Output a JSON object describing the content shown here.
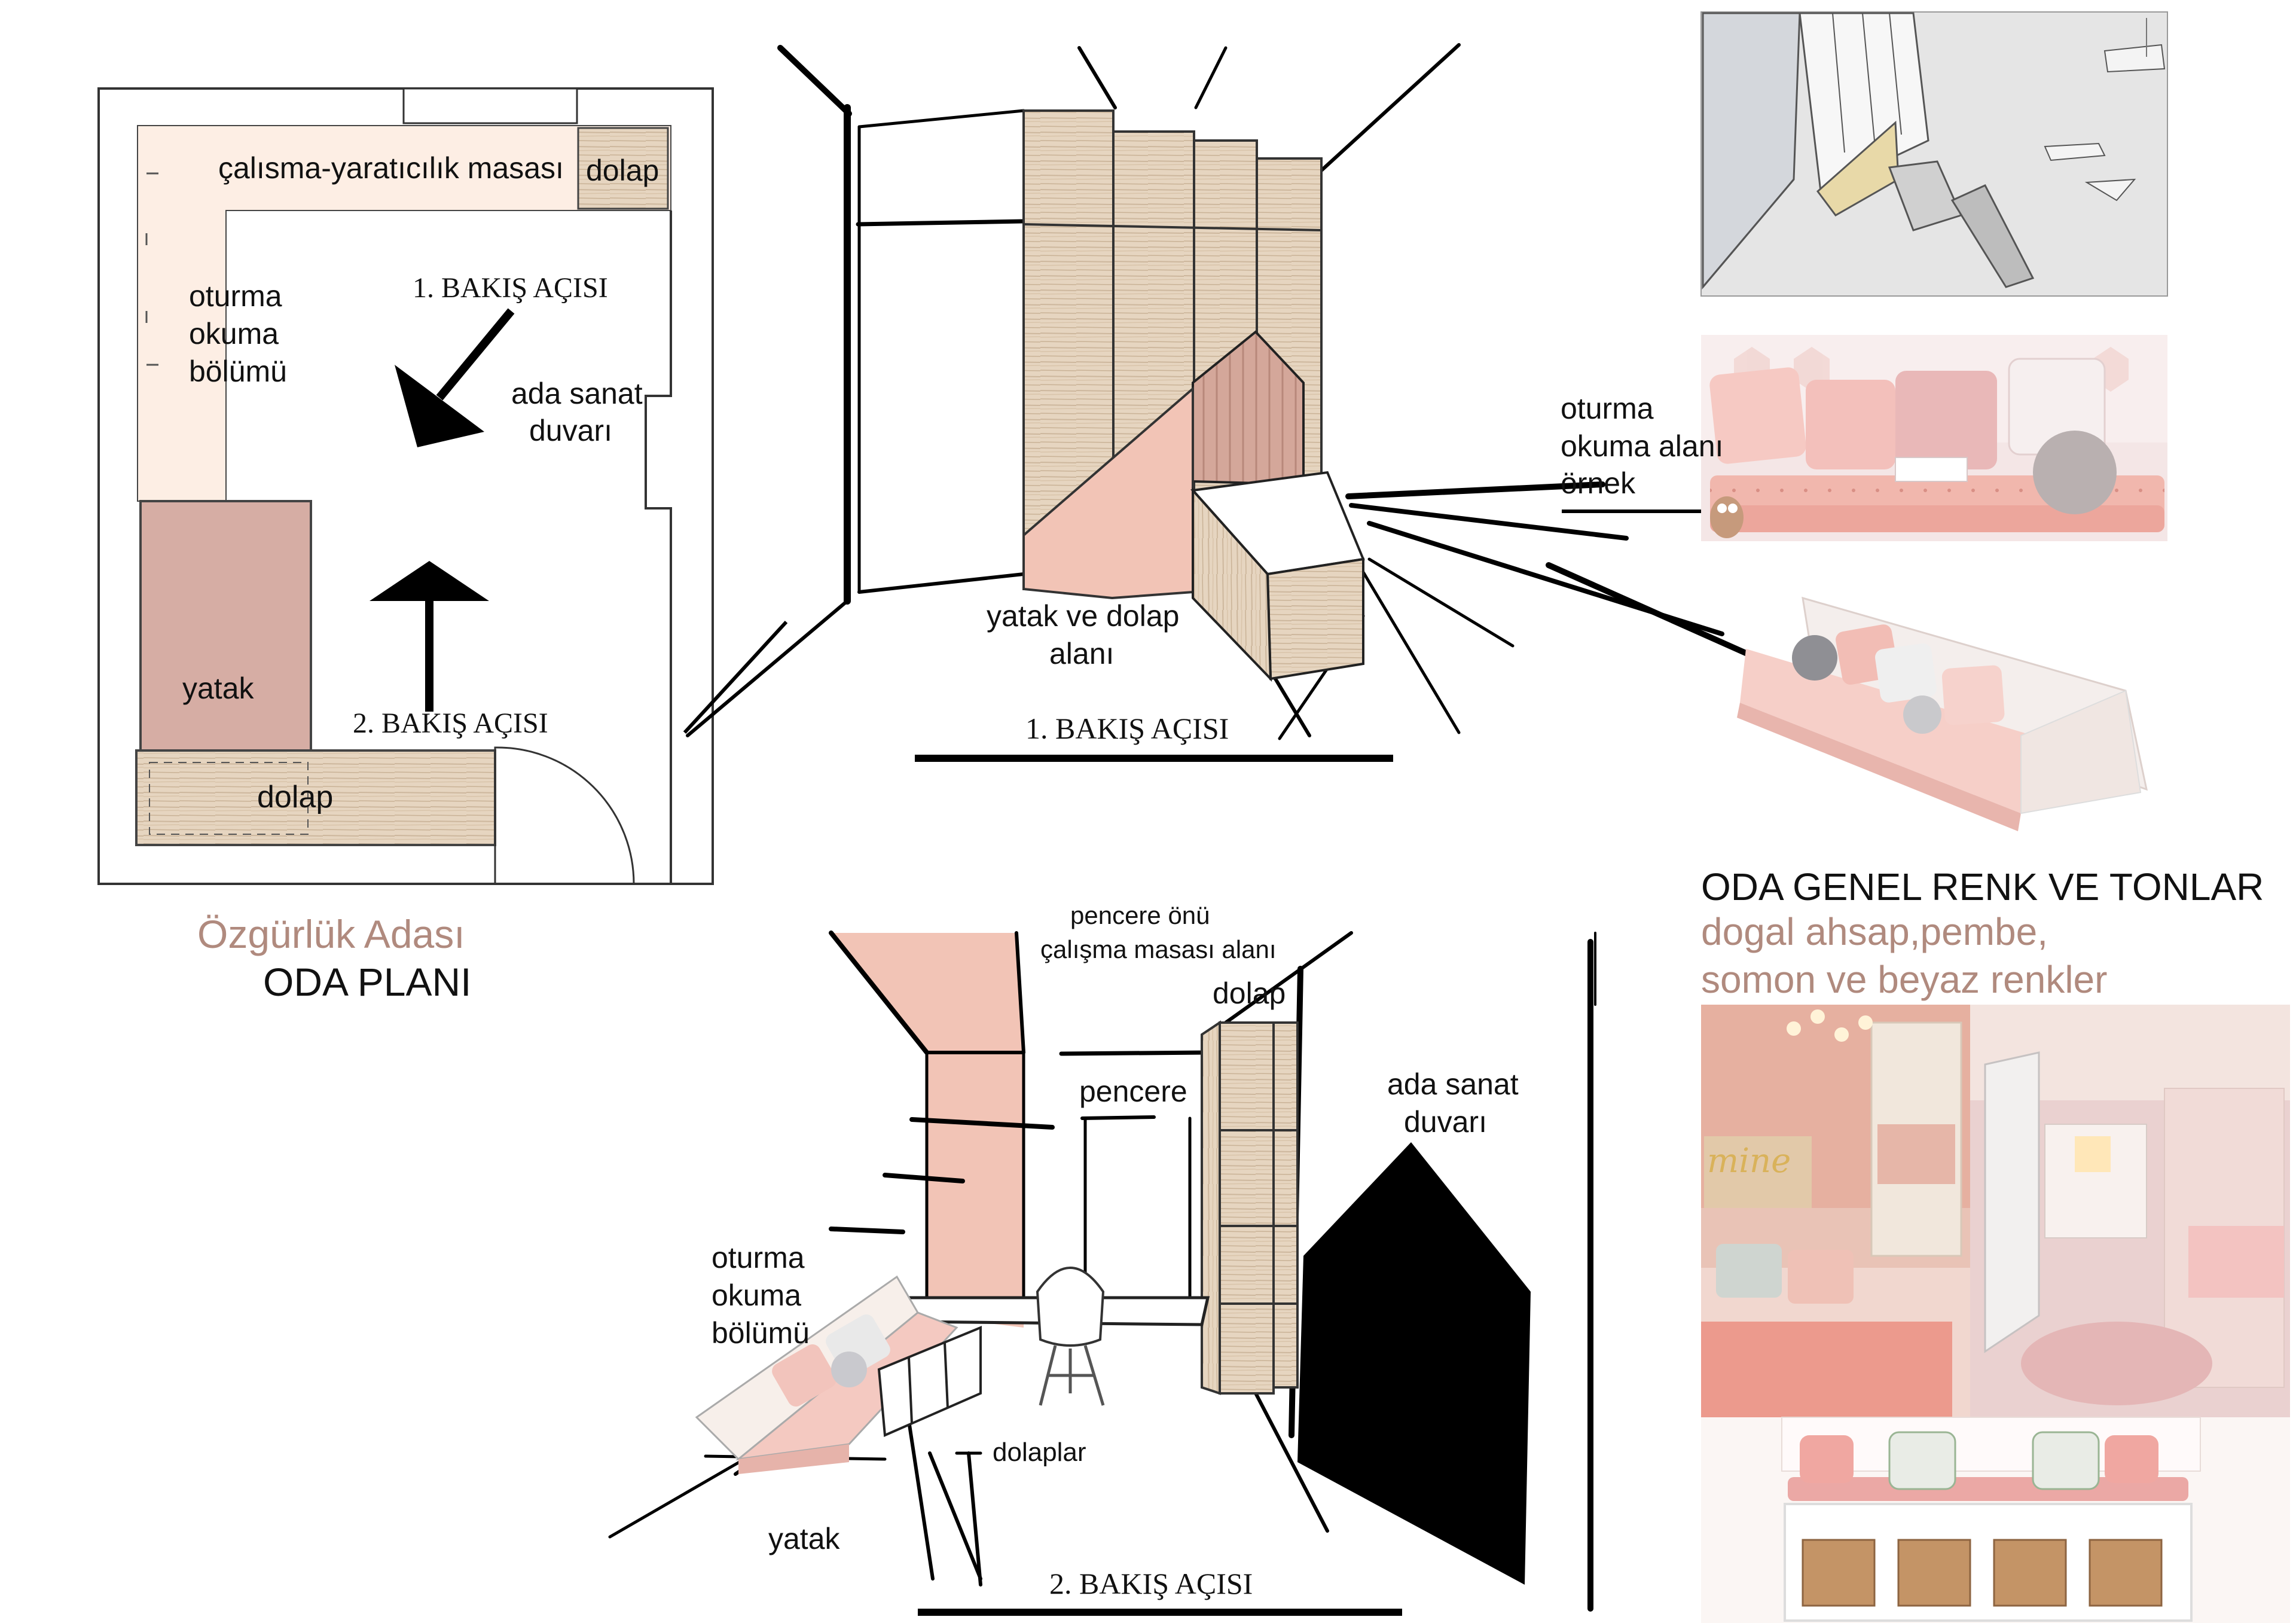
{
  "plan": {
    "title_line1": "Özgürlük Adası",
    "title_line2": "ODA PLANI",
    "labels": {
      "desk": "çalısma-yaratıcılık masası",
      "cabinet_top": "dolap",
      "reading_1": "oturma",
      "reading_2": "okuma",
      "reading_3": "bölümü",
      "view1": "1. BAKIŞ AÇISI",
      "art_wall_1": "ada sanat",
      "art_wall_2": "duvarı",
      "bed": "yatak",
      "view2": "2. BAKIŞ AÇISI",
      "cabinet_bottom": "dolap"
    }
  },
  "view1": {
    "caption": "1. BAKIŞ AÇISI",
    "bed_area_1": "yatak ve dolap",
    "bed_area_2": "alanı"
  },
  "example": {
    "line1": "oturma",
    "line2": "okuma alanı",
    "line3": "örnek"
  },
  "palette": {
    "heading": "ODA GENEL RENK VE TONLAR",
    "line1": "dogal ahsap,pembe,",
    "line2": "somon ve beyaz renkler",
    "colors": {
      "wood": "#e5d3bd",
      "pink": "#f2c4b6",
      "salmon": "#e8a89a",
      "bed_rose": "#d7aea5",
      "cream": "#fdeee4",
      "accent_text": "#b08a7e"
    }
  },
  "view2": {
    "caption": "2. BAKIŞ AÇISI",
    "window_desk_1": "pencere önü",
    "window_desk_2": "çalışma masası alanı",
    "cabinet": "dolap",
    "window": "pencere",
    "art_wall_1": "ada sanat",
    "art_wall_2": "duvarı",
    "reading_1": "oturma",
    "reading_2": "okuma",
    "reading_3": "bölümü",
    "cabinets": "dolaplar",
    "bed": "yatak",
    "photo_text": "mine"
  }
}
